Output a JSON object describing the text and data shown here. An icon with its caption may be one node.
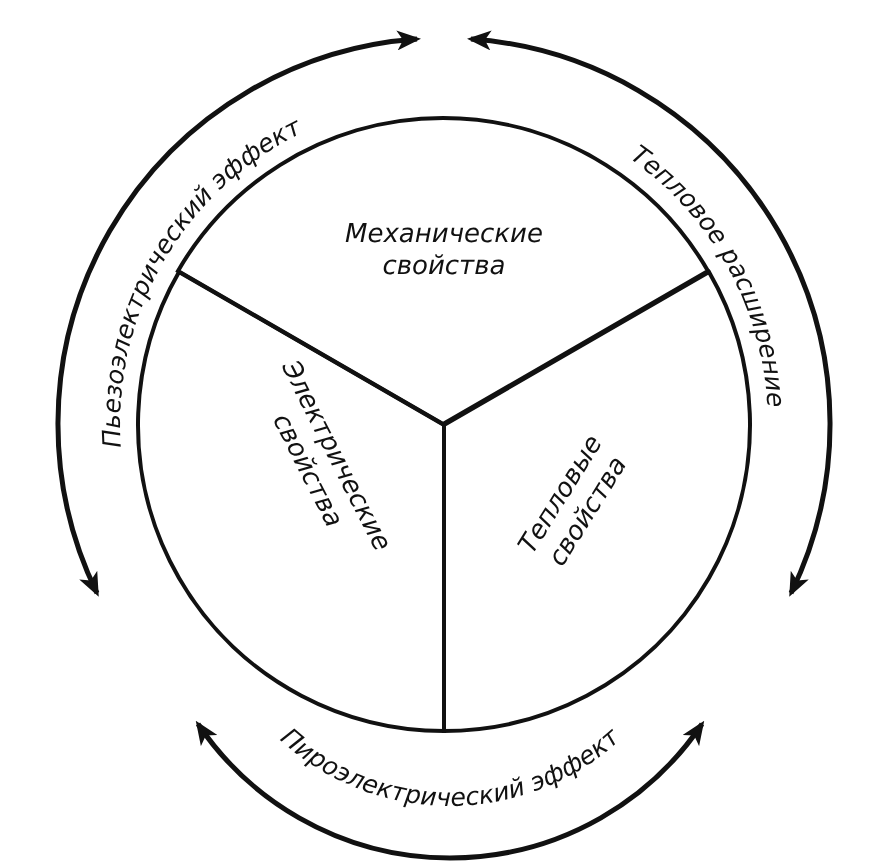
{
  "diagram": {
    "nodes": [
      {
        "text": [
          "Механические свойства"
        ]
      },
      {
        "text": [
          "Электрические свойства"
        ]
      },
      {
        "text": [
          "Тепловые свойства"
        ]
      }
    ],
    "edges": [
      {
        "from": 1,
        "to": 0,
        "arrow": "both",
        "label": "Пьезоэлектрический эффект"
      },
      {
        "from": 0,
        "to": 2,
        "arrow": "both",
        "label": "Тепловое расширение"
      },
      {
        "from": 1,
        "to": 2,
        "arrow": "both",
        "label": "Пироэлектрический эффект"
      }
    ]
  }
}
